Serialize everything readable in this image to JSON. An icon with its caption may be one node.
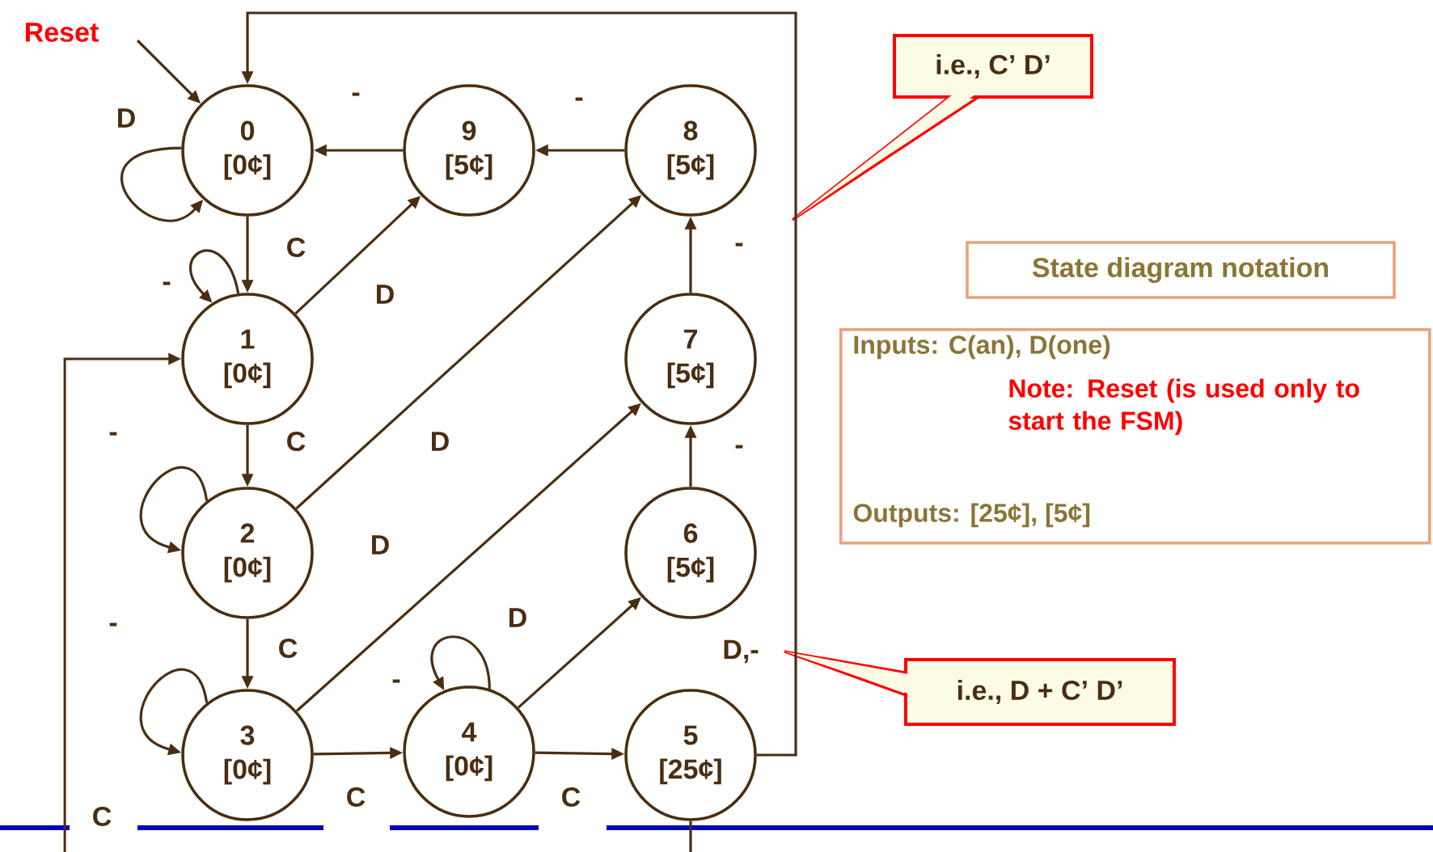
{
  "diagram": {
    "nodes": [
      {
        "text": [
          "0",
          "[0¢]"
        ]
      },
      {
        "text": [
          "1",
          "[0¢]"
        ]
      },
      {
        "text": [
          "2",
          "[0¢]"
        ]
      },
      {
        "text": [
          "3",
          "[0¢]"
        ]
      },
      {
        "text": [
          "4",
          "[0¢]"
        ]
      },
      {
        "text": [
          "5",
          "[25¢]"
        ]
      },
      {
        "text": [
          "6",
          "[5¢]"
        ]
      },
      {
        "text": [
          "7",
          "[5¢]"
        ]
      },
      {
        "text": [
          "8",
          "[5¢]"
        ]
      },
      {
        "text": [
          "9",
          "[5¢]"
        ]
      },
      {
        "text": [
          "Reset"
        ]
      },
      {
        "text": [
          "i.e., C’ D’"
        ]
      },
      {
        "text": [
          "i.e., D + C’ D’"
        ]
      },
      {
        "text": [
          "State diagram notation"
        ]
      },
      {
        "text": [
          "Inputs: C(an), D(one)",
          "Note: Reset (is used only to start the FSM)",
          "Outputs: [25¢], [5¢]"
        ]
      }
    ],
    "edges": [
      {
        "from": 10,
        "to": 0,
        "arrow": "to"
      },
      {
        "from": 0,
        "to": 0,
        "arrow": "to",
        "label": "D"
      },
      {
        "from": 0,
        "to": 1,
        "arrow": "to",
        "label": "C"
      },
      {
        "from": 1,
        "to": 1,
        "arrow": "to",
        "label": "-"
      },
      {
        "from": 1,
        "to": 9,
        "arrow": "to",
        "label": "D"
      },
      {
        "from": 9,
        "to": 0,
        "arrow": "to",
        "label": "-"
      },
      {
        "from": 8,
        "to": 9,
        "arrow": "to",
        "label": "-"
      },
      {
        "from": 1,
        "to": 2,
        "arrow": "to",
        "label": "C"
      },
      {
        "from": 2,
        "to": 2,
        "arrow": "to",
        "label": "-"
      },
      {
        "from": 2,
        "to": 3,
        "arrow": "to",
        "label": "C"
      },
      {
        "from": 2,
        "to": 8,
        "arrow": "to",
        "label": "D"
      },
      {
        "from": 3,
        "to": 3,
        "arrow": "to",
        "label": "-"
      },
      {
        "from": 3,
        "to": 4,
        "arrow": "to",
        "label": "C"
      },
      {
        "from": 3,
        "to": 7,
        "arrow": "to",
        "label": "D"
      },
      {
        "from": 4,
        "to": 4,
        "arrow": "to",
        "label": "-"
      },
      {
        "from": 4,
        "to": 5,
        "arrow": "to",
        "label": "C"
      },
      {
        "from": 4,
        "to": 6,
        "arrow": "to",
        "label": "D"
      },
      {
        "from": 6,
        "to": 7,
        "arrow": "to",
        "label": "-"
      },
      {
        "from": 7,
        "to": 8,
        "arrow": "to",
        "label": "-"
      },
      {
        "from": 5,
        "to": 0,
        "arrow": "to",
        "label": "D,-"
      },
      {
        "from": 5,
        "to": null,
        "arrow": "none"
      },
      {
        "from": null,
        "to": 1,
        "arrow": "to",
        "label": "C"
      }
    ]
  }
}
